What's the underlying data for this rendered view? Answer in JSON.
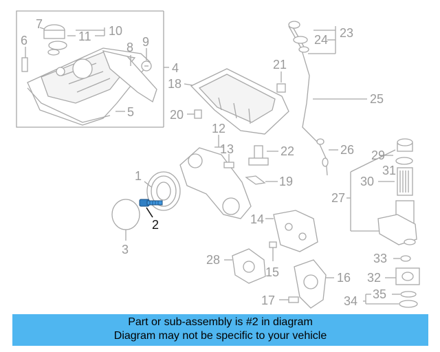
{
  "callouts": {
    "c1": "1",
    "c2": "2",
    "c3": "3",
    "c4": "4",
    "c5": "5",
    "c6": "6",
    "c7": "7",
    "c8": "8",
    "c9": "9",
    "c10": "10",
    "c11": "11",
    "c12": "12",
    "c13": "13",
    "c14": "14",
    "c15": "15",
    "c16": "16",
    "c17": "17",
    "c18": "18",
    "c19": "19",
    "c20": "20",
    "c21": "21",
    "c22": "22",
    "c23": "23",
    "c24": "24",
    "c25": "25",
    "c26": "26",
    "c27": "27",
    "c28": "28",
    "c29": "29",
    "c30": "30",
    "c31": "31",
    "c32": "32",
    "c33": "33",
    "c34": "34",
    "c35": "35"
  },
  "highlighted_part": "2",
  "banner": {
    "line1": "Part or sub-assembly is #2 in diagram",
    "line2": "Diagram may not be specific to your vehicle"
  },
  "colors": {
    "banner_background": "#4fb6f0",
    "highlight_part": "#2f7fc4",
    "callout_text": "#9a9a9a",
    "highlight_callout_text": "#111111"
  }
}
